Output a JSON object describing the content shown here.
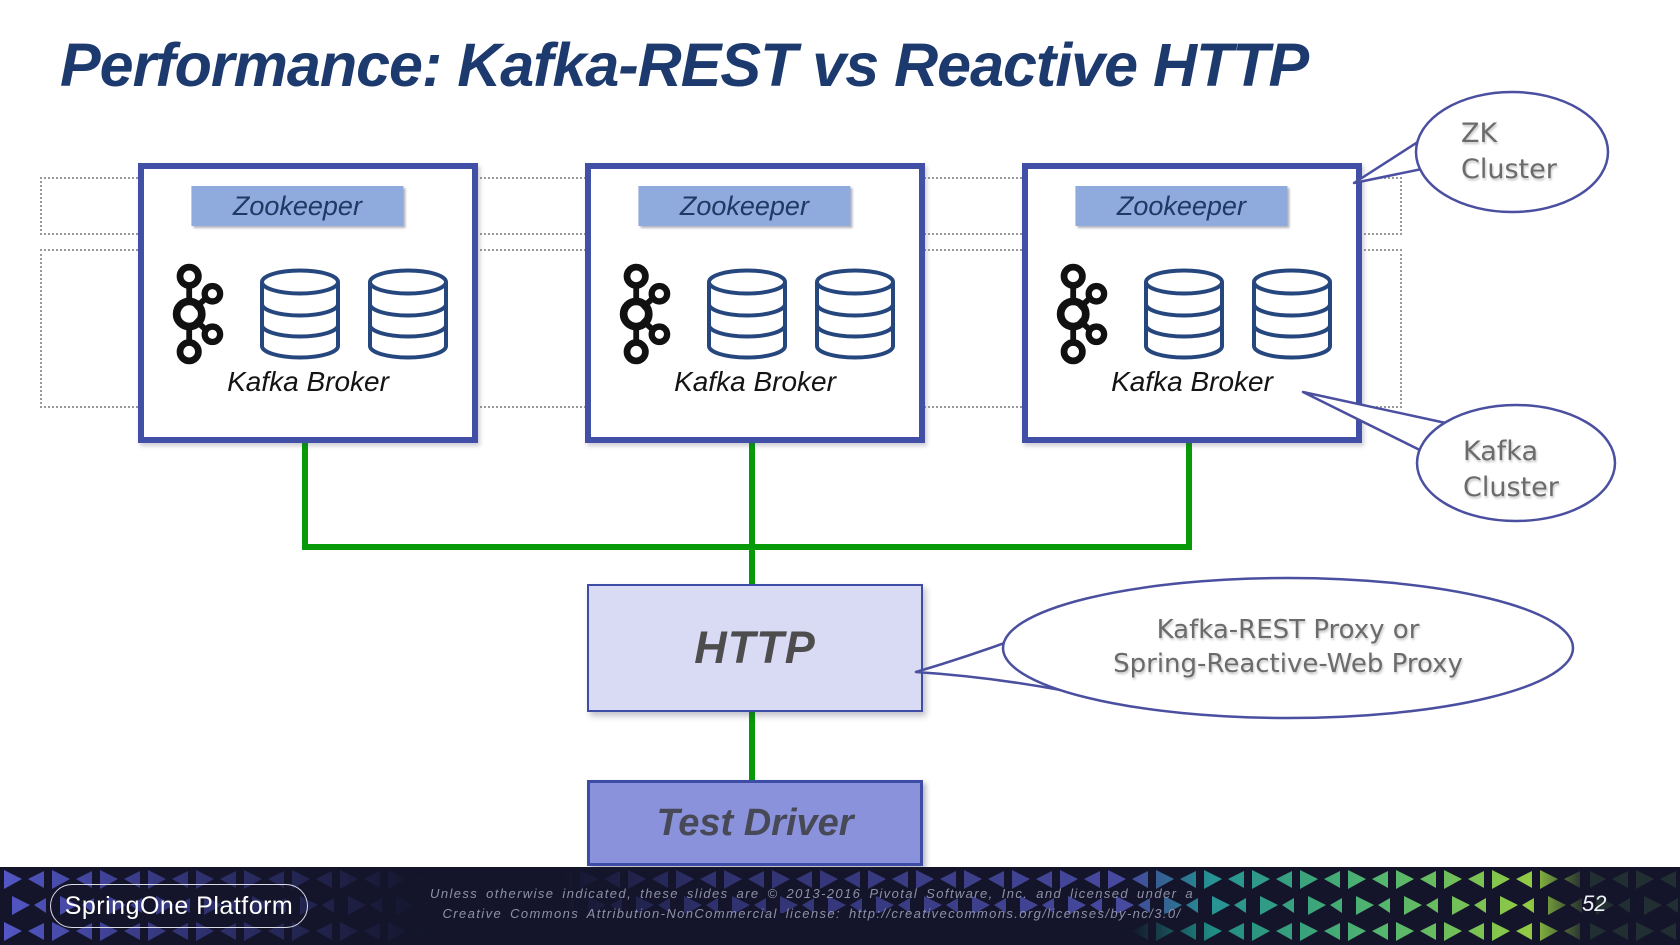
{
  "slide": {
    "title": "Performance: Kafka-REST vs Reactive HTTP"
  },
  "brokers": [
    {
      "zookeeper_label": "Zookeeper",
      "broker_label": "Kafka Broker"
    },
    {
      "zookeeper_label": "Zookeeper",
      "broker_label": "Kafka Broker"
    },
    {
      "zookeeper_label": "Zookeeper",
      "broker_label": "Kafka Broker"
    }
  ],
  "boxes": {
    "http_label": "HTTP",
    "test_driver_label": "Test Driver"
  },
  "callouts": {
    "zk": {
      "line1": "ZK",
      "line2": "Cluster"
    },
    "kafka": {
      "line1": "Kafka",
      "line2": "Cluster"
    },
    "proxy": {
      "line1": "Kafka-REST Proxy or",
      "line2": "Spring-Reactive-Web Proxy"
    }
  },
  "icons": {
    "kafka": "kafka-icon",
    "database": "database-icon"
  },
  "footer": {
    "logo": "SpringOne Platform",
    "license_line1": "Unless otherwise indicated, these slides are © 2013-2016 Pivotal Software, Inc. and licensed under a",
    "license_line2": "Creative Commons Attribution-NonCommercial license: http://creativecommons.org/licenses/by-nc/3.0/",
    "page_number": "52"
  },
  "colors": {
    "title_text": "#1d3a6e",
    "broker_box_border": "#4150a6",
    "zookeeper_bg": "#8faadc",
    "zookeeper_text": "#1f3864",
    "dashed_band": "#9a9a9a",
    "connector_green": "#089a08",
    "http_bg": "#d9dbf5",
    "test_driver_bg": "#8b92dc",
    "box_border_inner": "#3d4da5",
    "box_label_text": "#4d4d4d",
    "bubble_border": "#4a4fa0",
    "bubble_text": "#6b6b6b",
    "kafka_icon": "#111111",
    "database_icon": "#26477e",
    "footer_bg": "#14152b",
    "footer_license_text": "#8f91a8",
    "pattern_indigo": "#4d50b8",
    "pattern_teal": "#24b4a2",
    "pattern_green": "#93ca43"
  }
}
